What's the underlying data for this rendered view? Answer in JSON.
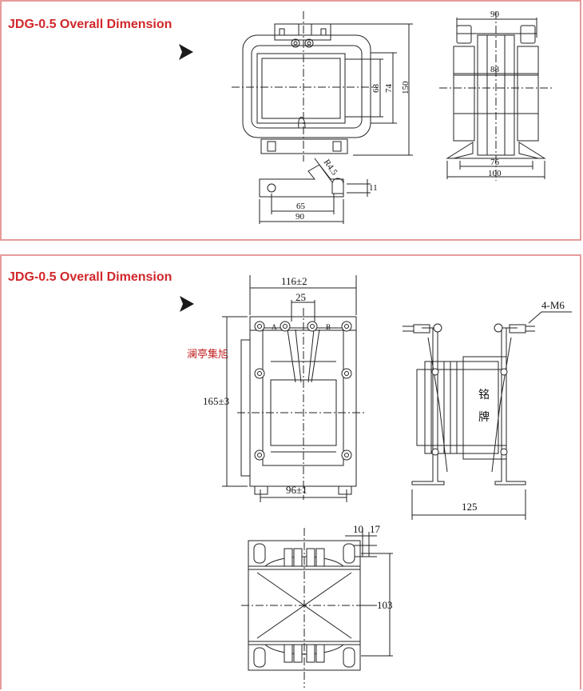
{
  "panel1": {
    "title": "JDG-0.5 Overall Dimension",
    "dims": {
      "d68": "68",
      "d74": "74",
      "d150": "150",
      "d65": "65",
      "d90_bottom": "90",
      "r45": "R4.5",
      "d11": "11",
      "d90_top": "90",
      "d88": "88",
      "d76": "76",
      "d100": "100"
    }
  },
  "panel2": {
    "title": "JDG-0.5 Overall Dimension",
    "watermark": "澜亭集旭",
    "dims": {
      "d116": "116±2",
      "d25": "25",
      "d165": "165±3",
      "d96": "96±1",
      "m6": "4-M6",
      "d125": "125",
      "d10": "10",
      "d17": "17",
      "d103": "103",
      "termA": "A",
      "termB": "B",
      "plate1": "铭",
      "plate2": "牌"
    }
  },
  "colors": {
    "title": "#d0262a",
    "border": "#e79a9a",
    "watermark": "#c21f1f"
  }
}
